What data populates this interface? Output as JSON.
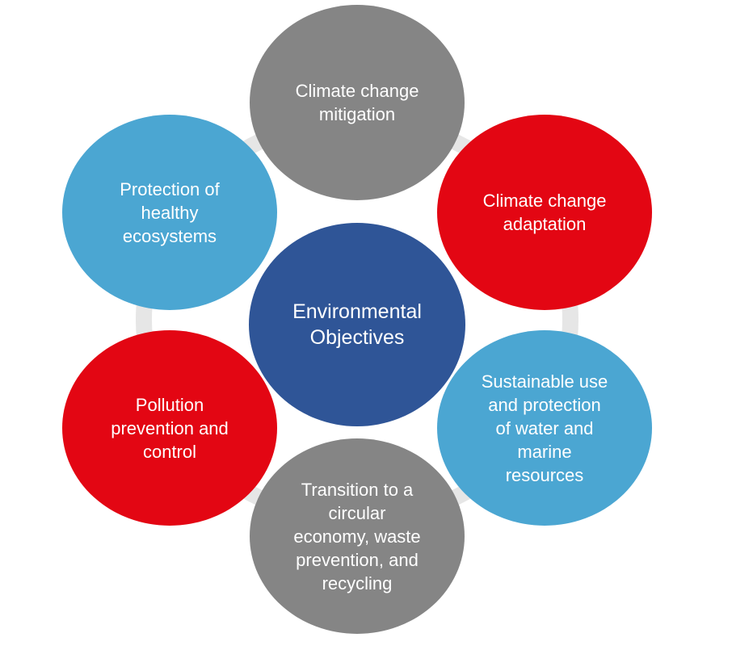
{
  "diagram": {
    "center": {
      "label": "Environmental\nObjectives",
      "color": "#2f5597"
    },
    "ring_color": "#e6e6e6",
    "nodes": [
      {
        "id": "top",
        "label": "Climate change\nmitigation",
        "color": "#858585"
      },
      {
        "id": "upper-right",
        "label": "Climate change\nadaptation",
        "color": "#e30613"
      },
      {
        "id": "lower-right",
        "label": "Sustainable use\nand protection\nof water and\nmarine\nresources",
        "color": "#4ba6d2"
      },
      {
        "id": "bottom",
        "label": "Transition to a\ncircular\neconomy, waste\nprevention, and\nrecycling",
        "color": "#858585"
      },
      {
        "id": "lower-left",
        "label": "Pollution\nprevention and\ncontrol",
        "color": "#e30613"
      },
      {
        "id": "upper-left",
        "label": "Protection of\nhealthy\necosystems",
        "color": "#4ba6d2"
      }
    ]
  }
}
